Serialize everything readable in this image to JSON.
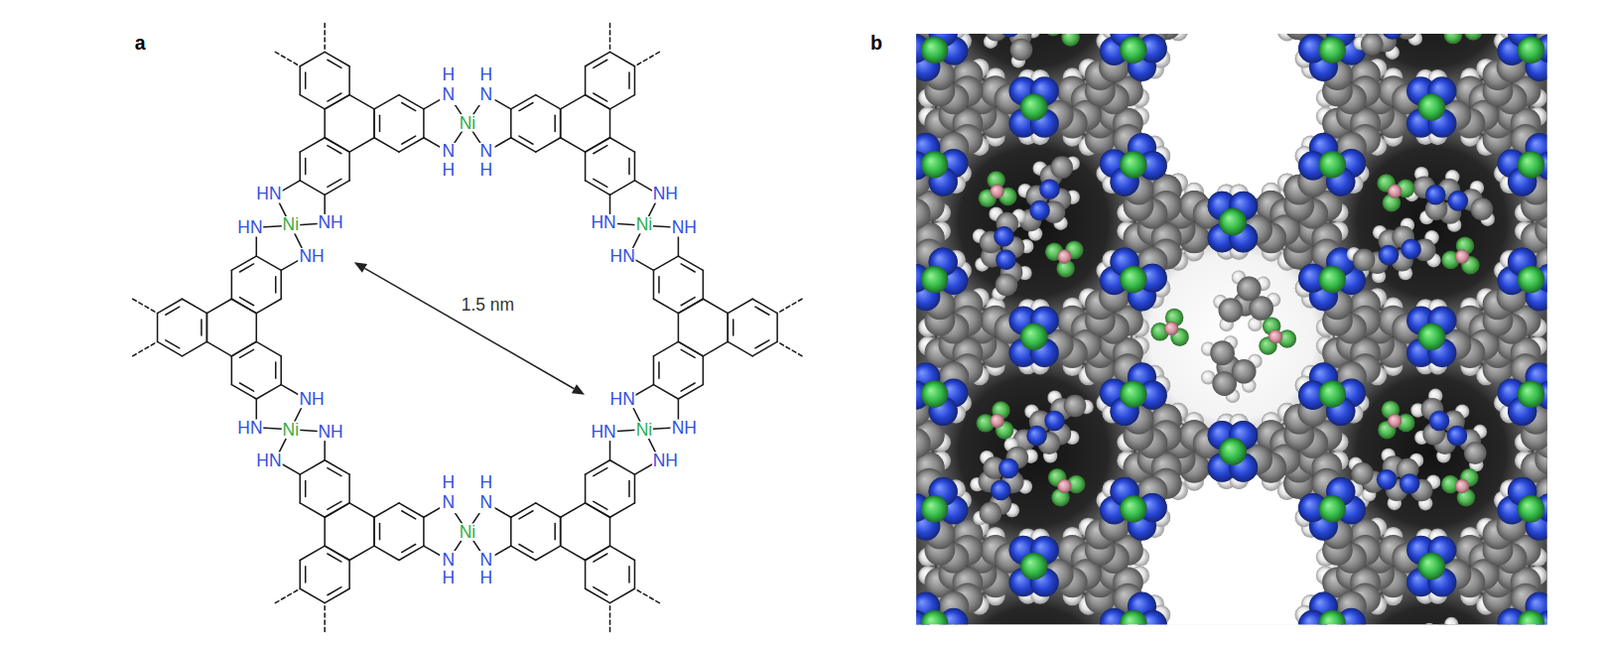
{
  "diagram": {
    "labels": [
      "a",
      "Ni",
      "HN",
      "HN",
      "NH",
      "NH",
      "Ni",
      "HN",
      "NH",
      "HN",
      "NH",
      "Ni",
      "NH",
      "HN",
      "NH",
      "HN",
      "Ni",
      "NH",
      "HN",
      "NH",
      "HN",
      "Ni",
      "HN",
      "NH",
      "HN",
      "NH",
      "Ni",
      "HN",
      "HN",
      "NH",
      "NH",
      "1.5 nm",
      "b"
    ]
  }
}
